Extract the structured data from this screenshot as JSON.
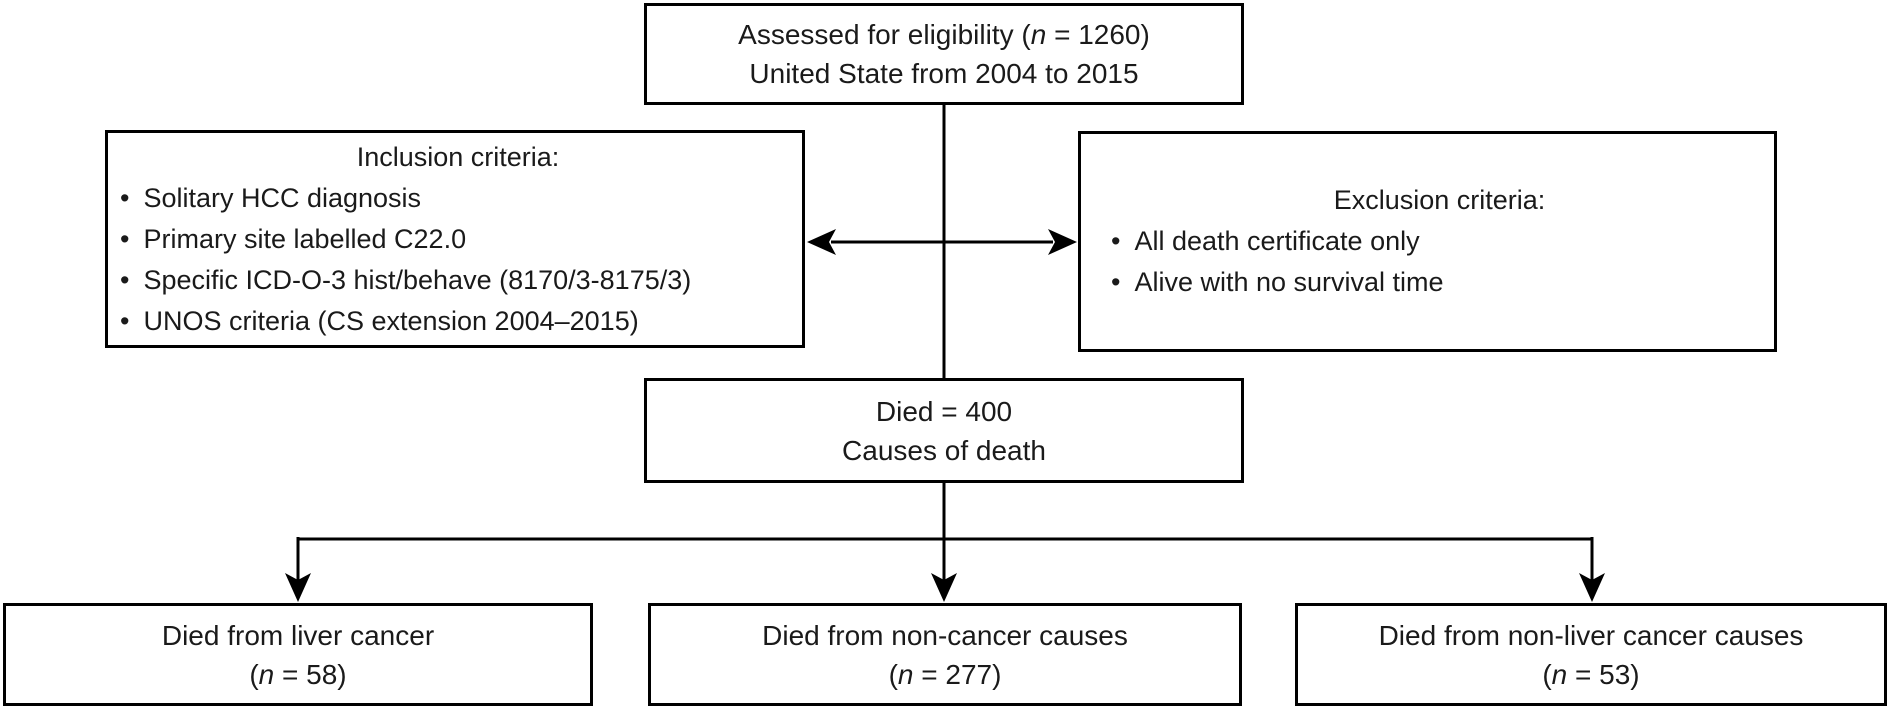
{
  "glyphs": {
    "bullet": "•"
  },
  "colors": {
    "background": "#ffffff",
    "line": "#000000",
    "text": "#1a1a1a"
  },
  "flowchart": {
    "assessed_box": {
      "line1_pre": "Assessed for eligibility (",
      "line1_n": "n",
      "line1_post": " = 1260)",
      "line2": "United State from 2004 to 2015"
    },
    "inclusion_box": {
      "title": "Inclusion criteria:",
      "bullets": [
        "Solitary HCC diagnosis",
        "Primary site labelled C22.0",
        "Specific ICD-O-3 hist/behave (8170/3-8175/3)",
        "UNOS criteria (CS extension 2004–2015)"
      ]
    },
    "exclusion_box": {
      "title": "Exclusion criteria:",
      "bullets": [
        "All death certificate only",
        "Alive with no survival time"
      ]
    },
    "died_box": {
      "line1": "Died = 400",
      "line2": "Causes of death"
    },
    "liver_box": {
      "line1": "Died from liver cancer",
      "line2_pre": "(",
      "line2_n": "n",
      "line2_post": " = 58)"
    },
    "noncancer_box": {
      "line1": "Died from non-cancer causes",
      "line2_pre": "(",
      "line2_n": "n",
      "line2_post": " = 277)"
    },
    "nonliver_box": {
      "line1": "Died from non-liver cancer causes",
      "line2_pre": "(",
      "line2_n": "n",
      "line2_post": " = 53)"
    }
  }
}
